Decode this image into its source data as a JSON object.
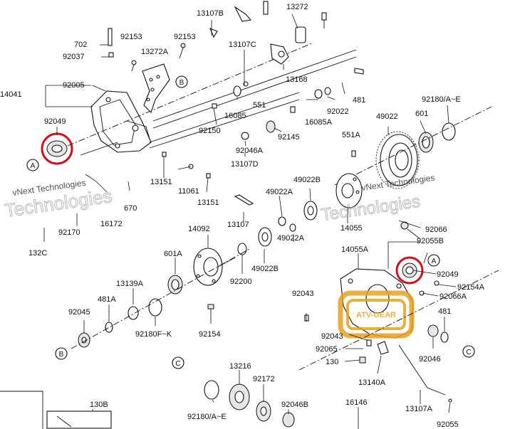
{
  "labels": {
    "p13107B": "13107B",
    "p13272": "13272",
    "p702": "702",
    "p92153a": "92153",
    "p92153b": "92153",
    "p92037": "92037",
    "p13272A": "13272A",
    "p13107C": "13107C",
    "p14041": "14041",
    "p92005": "92005",
    "p13168": "13168",
    "p481a": "481",
    "p551": "551",
    "p16085": "16085",
    "p92022": "92022",
    "p16085A": "16085A",
    "p49022": "49022",
    "p601a": "601",
    "p92180AE": "92180/A~E",
    "p92049a": "92049",
    "p92150": "92150",
    "p92145": "92145",
    "p551A": "551A",
    "p92046A": "92046A",
    "p13107D": "13107D",
    "p13151a": "13151",
    "p11061": "11061",
    "p13151b": "13151",
    "p49022B": "49022B",
    "p49022A": "49022A",
    "p670": "670",
    "p16172": "16172",
    "p92170": "92170",
    "p132C": "132C",
    "p13107": "13107",
    "p14092": "14092",
    "p14055": "14055",
    "p92066": "92066",
    "p92055B": "92055B",
    "p49022A2": "49022A",
    "p49022B2": "49022B",
    "p14055A": "14055A",
    "p601A": "601A",
    "p92049b": "92049",
    "p92200": "92200",
    "p13139A": "13139A",
    "p92154A": "92154A",
    "p92066A": "92066A",
    "p481A": "481A",
    "p92043a": "92043",
    "p481b": "481",
    "p92045": "92045",
    "p92180FK": "92180F~K",
    "p92154": "92154",
    "p92043b": "92043",
    "p92046": "92046",
    "p92065": "92065",
    "p130": "130",
    "p13140A": "13140A",
    "p13216": "13216",
    "p92172": "92172",
    "p92180AE2": "92180/A~E",
    "p92046B": "92046B",
    "p16146": "16146",
    "p13107A": "13107A",
    "p92055": "92055",
    "p130B": "130B"
  },
  "callouts": {
    "A": "A",
    "B": "B",
    "C": "C"
  },
  "watermark": {
    "line1": "vNext Technologies",
    "line2": "Technologies",
    "small": "vNext Technologies",
    "small2": "Technologies"
  },
  "stamp": "ATV-GEAR",
  "colors": {
    "highlight": "#d0101c",
    "line": "#111111",
    "stamp": "#e8a020"
  }
}
